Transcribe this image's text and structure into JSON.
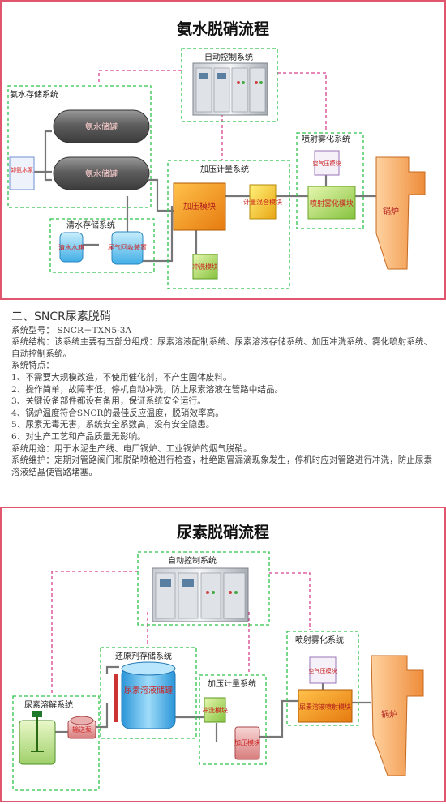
{
  "ammonia": {
    "title": "氨水脱硝流程",
    "groups": {
      "auto_control": "自动控制系统",
      "storage": "氨水存储系统",
      "clear_water": "清水存储系统",
      "pressure": "加压计量系统",
      "spray": "喷射雾化系统"
    },
    "tank1": "氨水储罐",
    "tank2": "氨水储罐",
    "unload": "卸氨水泵",
    "clear_water_tank": "清水水箱",
    "tail_gas": "尾气回收装置",
    "boost": "加压模块",
    "flush": "冲洗模块",
    "metering": "计量混合模块",
    "spray_module": "喷射雾化模块",
    "air_module": "空气压模块",
    "boiler": "锅炉"
  },
  "spec": {
    "heading": "二、SNCR尿素脱硝",
    "model": "系统型号： SNCR－TXN5-3A",
    "structure": "系统结构：该系统主要有五部分组成：尿素溶液配制系统、尿素溶液存储系统、加压冲洗系统、雾化喷射系统、自动控制系统。",
    "features_label": "系统特点：",
    "features": [
      "1、不需要大规模改造，不使用催化剂，不产生固体废料。",
      "2、操作简单，故障率低，停机自动冲洗，防止尿素溶液在管路中结晶。",
      "3、关键设备部件都设有备用，保证系统安全运行。",
      "4、锅炉温度符合SNCR的最佳反应温度，脱硝效率高。",
      "5、尿素无毒无害，系统安全系数高，没有安全隐患。",
      "6、对生产工艺和产品质量无影响。"
    ],
    "usage": "系统用途：用于水泥生产线、电厂锅炉、工业锅炉的烟气脱硝。",
    "maintenance": "系统维护：定期对管路阀门和脱硝喷枪进行检查，杜绝跑冒漏滴现象发生，停机时应对管路进行冲洗，防止尿素溶液结晶使管路堵塞。"
  },
  "urea": {
    "title": "尿素脱硝流程",
    "groups": {
      "auto_control": "自动控制系统",
      "reductant": "还原剂存储系统",
      "prep": "尿素溶解系统",
      "pressure": "加压计量系统",
      "spray": "喷射雾化系统"
    },
    "transfer_pump": "输送泵",
    "tank": "尿素溶液储罐",
    "flush": "冲洗模块",
    "boost": "加压模块",
    "spray_module": "尿素溶液喷射模块",
    "air_module": "空气压模块",
    "boiler": "锅炉"
  },
  "colors": {
    "panel_border": "#e0566f",
    "group_dash": "#2ec34a",
    "signal_dash": "#d8408f",
    "pipe": "#666666",
    "orange": "#f39a1c",
    "yellow": "#f3d21e",
    "green_light": "#b8e07a",
    "boiler": "#f3a45c",
    "tank": "#7e7e7e",
    "water_blue": "#5fc1ef"
  }
}
